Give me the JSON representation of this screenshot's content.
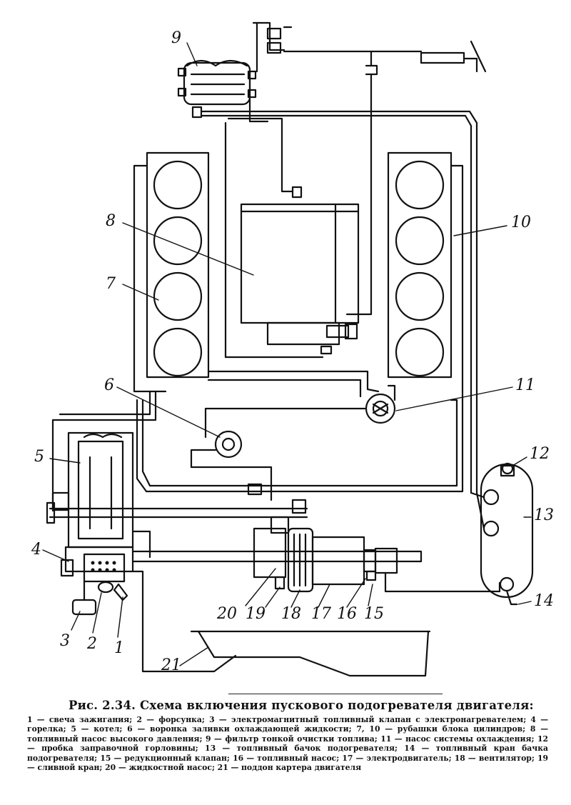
{
  "figure": {
    "caption_title": "Рис. 2.34. Схема включения пускового подогревателя двигателя:",
    "legend": "1 — свеча зажигания; 2 — форсунка; 3 — электромагнитный топливный клапан с электронагревателем; 4 — горелка; 5 — котел; 6 — воронка заливки охлаждающей жидкости; 7, 10 — рубашки блока цилиндров; 8 — топливный насос высокого давления; 9 — фильтр тонкой очистки топлива; 11 — насос системы охлаждения; 12 — пробка заправочной горловины; 13 — топливный бачок подогревателя; 14 — топливный кран бачка подогревателя; 15 — редукционный клапан; 16 — топливный насос; 17 — электродвигатель; 18 — вентилятор; 19 — сливной кран; 20 — жидкостной насос; 21 — поддон картера двигателя"
  },
  "labels": {
    "n1": "1",
    "n2": "2",
    "n3": "3",
    "n4": "4",
    "n5": "5",
    "n6": "6",
    "n7": "7",
    "n8": "8",
    "n9": "9",
    "n10": "10",
    "n11": "11",
    "n12": "12",
    "n13": "13",
    "n14": "14",
    "n15": "15",
    "n16": "16",
    "n17": "17",
    "n18": "18",
    "n19": "19",
    "n20": "20",
    "n21": "21"
  }
}
